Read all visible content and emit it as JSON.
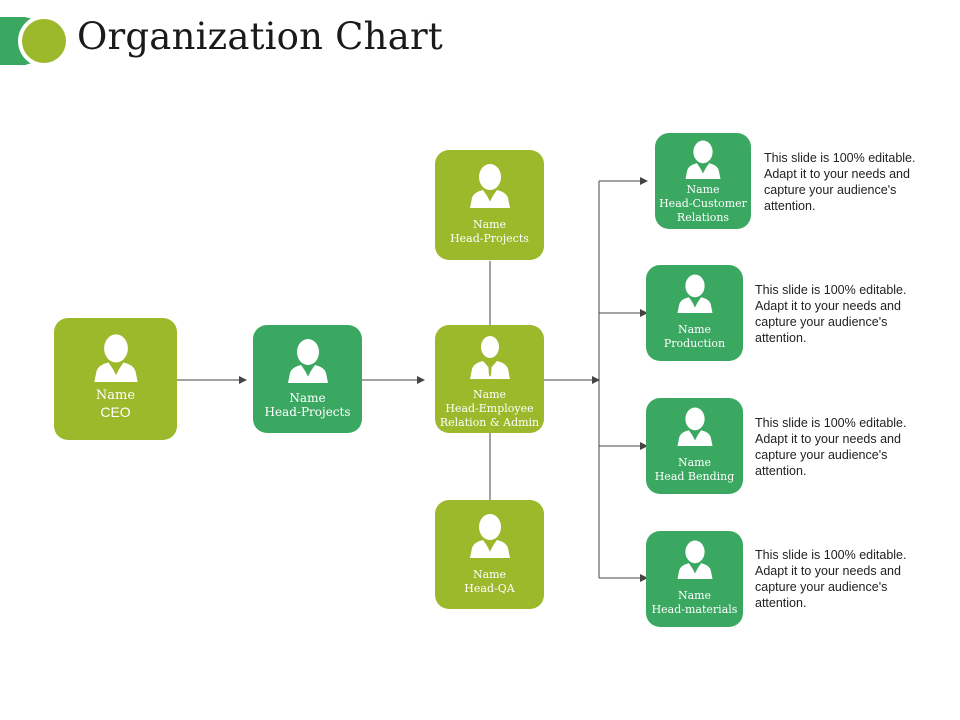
{
  "title": "Organization Chart",
  "colors": {
    "lime": "#9cb82b",
    "green": "#3ba862",
    "connector": "#444444"
  },
  "nodes": {
    "ceo": {
      "name": "Name",
      "role": "CEO"
    },
    "head_projects_main": {
      "name": "Name",
      "role": "Head-Projects"
    },
    "head_projects_top": {
      "name": "Name",
      "role": "Head-Projects"
    },
    "head_employee": {
      "name": "Name",
      "role_lines": [
        "Head-Employee",
        "Relation & Admin"
      ]
    },
    "head_qa": {
      "name": "Name",
      "role": "Head-QA"
    },
    "head_customer": {
      "name": "Name",
      "role_lines": [
        "Head-Customer",
        "Relations"
      ]
    },
    "production": {
      "name": "Name",
      "role": "Production"
    },
    "head_bending": {
      "name": "Name",
      "role": "Head Bending"
    },
    "head_materials": {
      "name": "Name",
      "role": "Head-materials"
    }
  },
  "descriptions": [
    [
      "This slide is 100% editable.",
      "Adapt it to your needs and",
      "capture your audience's",
      "attention."
    ],
    [
      "This slide is 100% editable.",
      "Adapt it to your needs and",
      "capture your audience's",
      "attention."
    ],
    [
      "This slide is 100% editable.",
      "Adapt it to your needs and",
      "capture your audience's",
      "attention."
    ],
    [
      "This slide is 100% editable.",
      "Adapt it to your needs and",
      "capture your audience's",
      "attention."
    ]
  ],
  "icons": {
    "logo": "circles-logo-icon",
    "person": "person-icon"
  }
}
